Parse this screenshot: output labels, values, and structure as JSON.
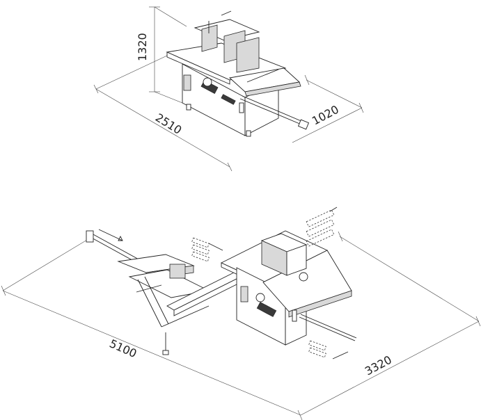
{
  "top_view": {
    "height_label": "1320",
    "length_label": "2510",
    "depth_label": "1020"
  },
  "bottom_view": {
    "length_label": "5100",
    "depth_label": "3320"
  },
  "colors": {
    "line": "#222222",
    "shade": "#d9d9d9",
    "dark": "#3a3a3a",
    "background": "#ffffff"
  }
}
